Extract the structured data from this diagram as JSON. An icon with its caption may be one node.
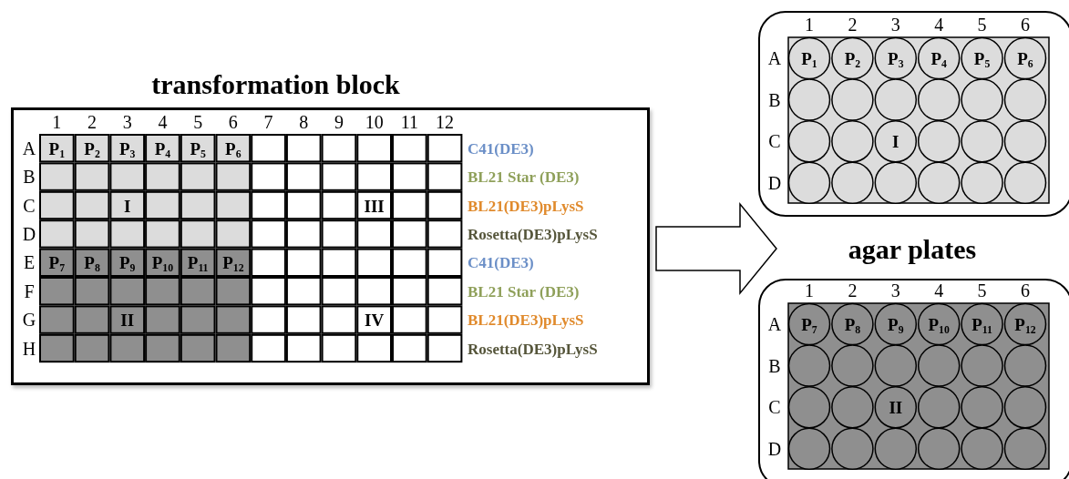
{
  "diagram": {
    "nodes": [
      {
        "text": [
          "transformation block"
        ]
      },
      {
        "text": [],
        "shape": "box"
      },
      {
        "text": [
          "agar plates"
        ]
      },
      {
        "text": [],
        "shape": "box"
      }
    ],
    "edges": [
      {
        "from": 0,
        "to": 2,
        "arrow": "to"
      }
    ],
    "labels": [
      "1",
      "2",
      "3",
      "4",
      "5",
      "6",
      "7",
      "8",
      "9",
      "10",
      "11",
      "12",
      "A",
      "P$_{1}$",
      "P$_{2}$",
      "P$_{3}$",
      "P$_{4}$",
      "P$_{5}$",
      "P$_{6}$",
      "C41(DE3)",
      "B",
      "BL21 Star (DE3)",
      "C",
      "I",
      "III",
      "BL21(DE3)pLysS",
      "D",
      "Rosetta(DE3)pLysS",
      "E",
      "P$_{7}$",
      "P$_{8}$",
      "P$_{9}$",
      "P$_{10}$",
      "P$_{11}$",
      "P$_{12}$",
      "C41(DE3)",
      "F",
      "BL21 Star (DE3)",
      "G",
      "II",
      "IV",
      "BL21(DE3)pLysS",
      "H",
      "Rosetta(DE3)pLysS",
      "1",
      "2",
      "3",
      "4",
      "5",
      "6",
      "A",
      "P$_{1}$",
      "P$_{2}$",
      "P$_{3}$",
      "P$_{4}$",
      "P$_{5}$",
      "P$_{6}$",
      "B",
      "C",
      "I",
      "D",
      "1",
      "2",
      "3",
      "4",
      "5",
      "6",
      "A",
      "P$_{7}$",
      "P$_{8}$",
      "P$_{9}$",
      "P$_{10}$",
      "P$_{11}$",
      "P$_{12}$",
      "B",
      "C",
      "II",
      "D"
    ]
  }
}
